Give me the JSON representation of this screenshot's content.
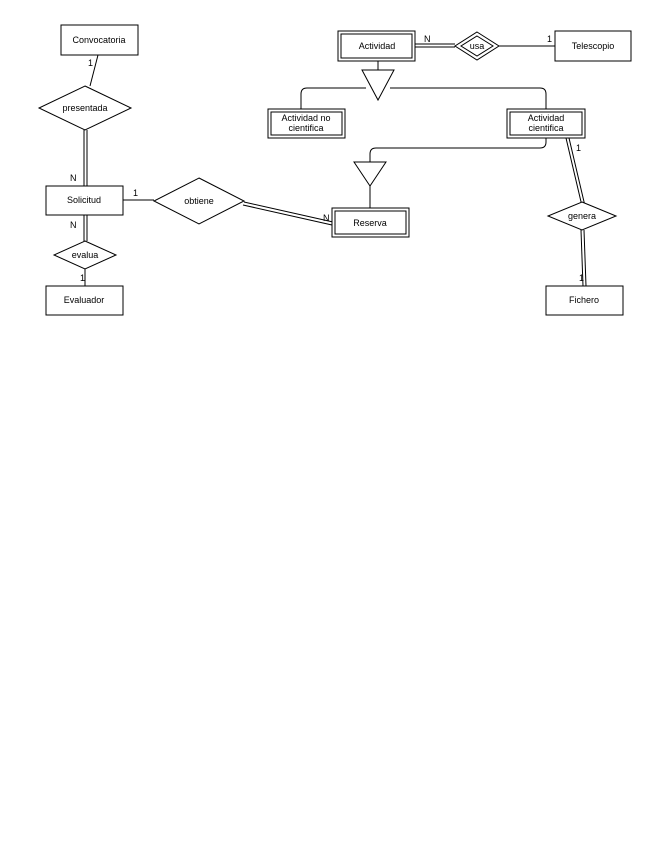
{
  "entities": {
    "convocatoria": "Convocatoria",
    "solicitud": "Solicitud",
    "evaluador": "Evaluador",
    "reserva": "Reserva",
    "actividad": "Actividad",
    "telescopio": "Telescopio",
    "actividad_no_cientifica_line1": "Actividad no",
    "actividad_no_cientifica_line2": "cientifica",
    "actividad_cientifica_line1": "Actividad",
    "actividad_cientifica_line2": "cientifica",
    "fichero": "Fichero"
  },
  "relationships": {
    "presentada": "presentada",
    "obtiene": "obtiene",
    "evalua": "evalua",
    "usa": "usa",
    "genera": "genera"
  },
  "cardinalities": {
    "convocatoria_presentada": "1",
    "presentada_solicitud": "N",
    "solicitud_obtiene": "1",
    "obtiene_reserva": "N",
    "solicitud_evalua": "N",
    "evalua_evaluador": "1",
    "actividad_usa": "N",
    "usa_telescopio": "1",
    "cientifica_genera": "1",
    "genera_fichero": "1"
  }
}
